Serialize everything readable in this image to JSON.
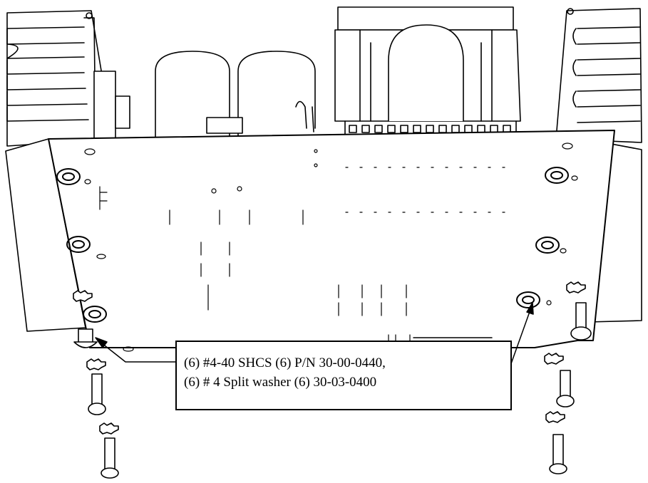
{
  "callout": {
    "line1": "(6) #4-40 SHCS (6) P/N 30-00-0440,",
    "line2": "(6) # 4 Split washer (6) 30-03-0400"
  },
  "colors": {
    "ink": "#000000",
    "paper": "#ffffff"
  },
  "parts": {
    "split_washer_count": 6,
    "screw_count": 6
  }
}
